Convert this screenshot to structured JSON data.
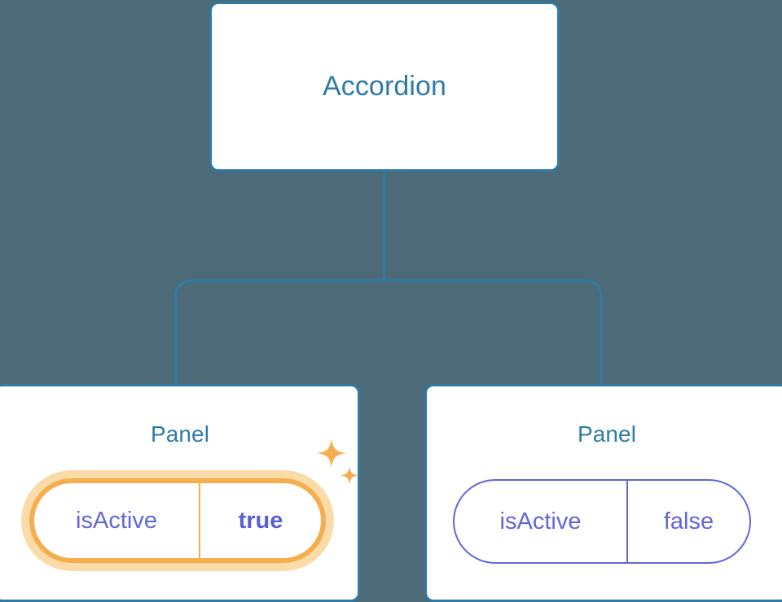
{
  "diagram": {
    "type": "component-tree",
    "background_color": "#4c6a77",
    "connector_color": "#2e7ba6",
    "node_border_color": "#2e7ba6",
    "node_title_color": "#2e7ba6",
    "prop_text_color": "#6366d8",
    "highlight_color": "#f5ae4e",
    "highlight_halo_color": "#fbdca8",
    "highlight_value_color": "#5b5fd6"
  },
  "root": {
    "title": "Accordion"
  },
  "children": [
    {
      "title": "Panel",
      "prop": {
        "key": "isActive",
        "value": "true",
        "highlighted": true,
        "sparkle": true
      }
    },
    {
      "title": "Panel",
      "prop": {
        "key": "isActive",
        "value": "false",
        "highlighted": false,
        "sparkle": false
      }
    }
  ],
  "icons": {
    "sparkle_large": "sparkle-icon",
    "sparkle_small": "sparkle-small-icon"
  }
}
